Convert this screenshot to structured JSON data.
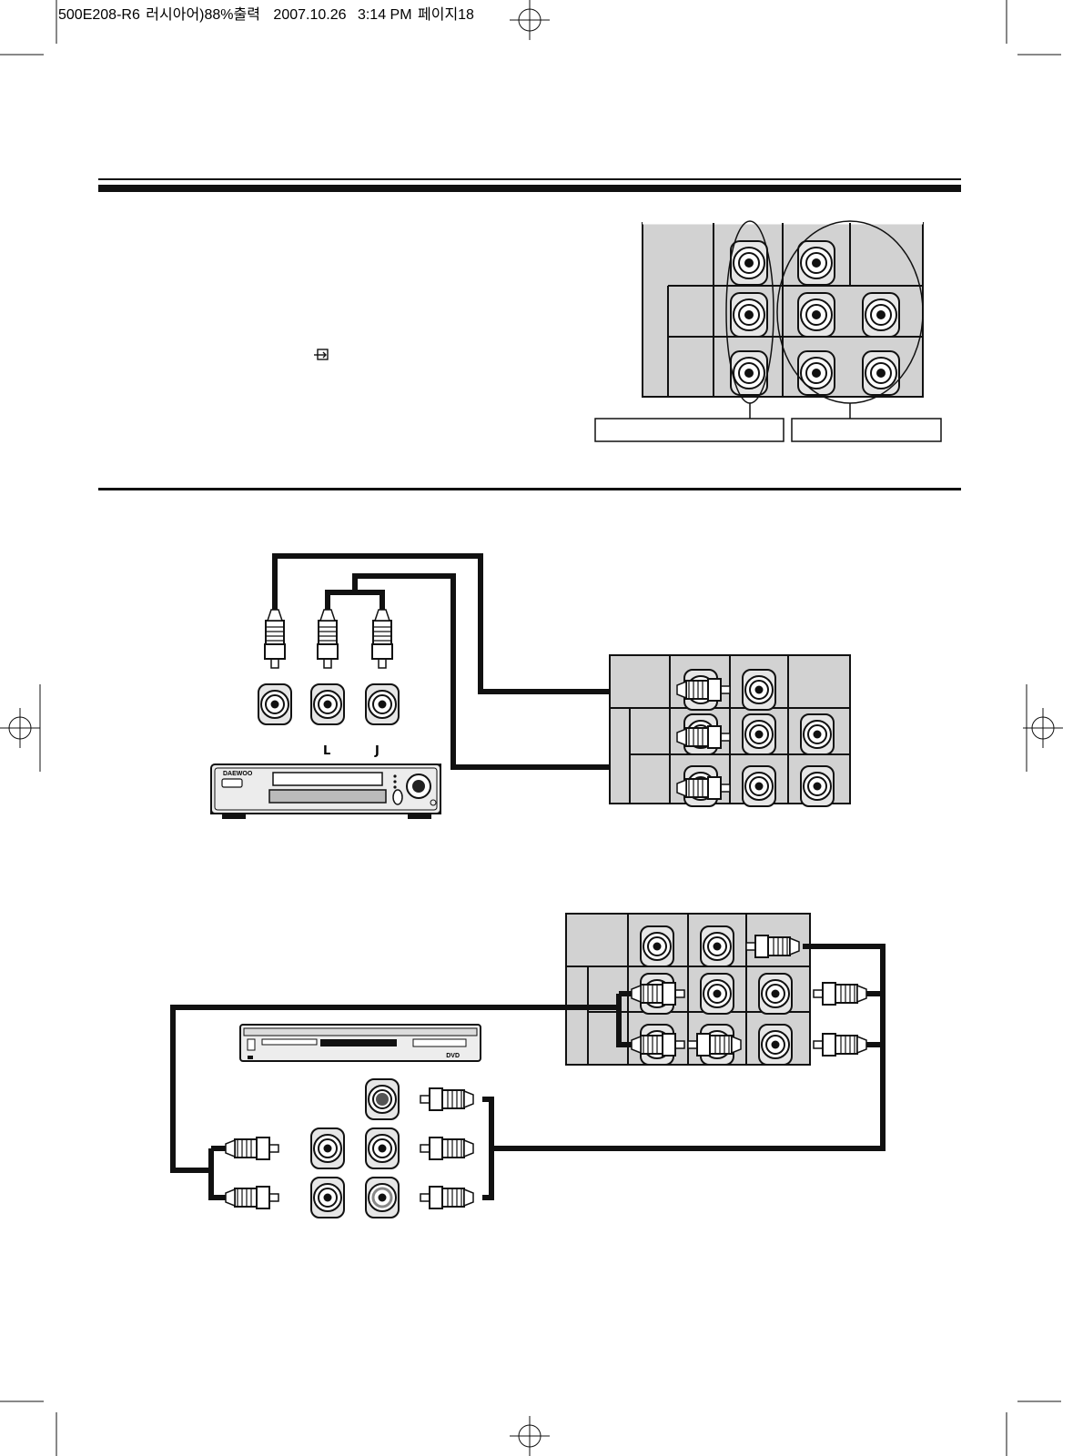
{
  "slug": {
    "file": "500E208-R6",
    "edition": "러시아어)88%출력",
    "date": "2007.10.26",
    "time": "3:14 PM",
    "page": "페이지18"
  },
  "section1": {
    "input_icon": "input-source-icon",
    "label_left": "",
    "label_right": ""
  },
  "vcr": {
    "brand": "DAEWOO",
    "bracket_left": "L",
    "bracket_right": "J"
  },
  "dvd": {
    "brand": "DVD"
  },
  "colors": {
    "panel": "#d2d2d2",
    "ink": "#111111",
    "jack_face": "#ffffff"
  }
}
